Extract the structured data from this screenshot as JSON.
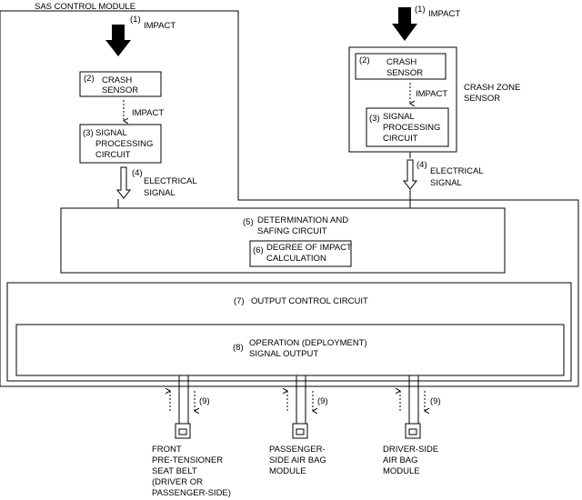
{
  "module_title": "SAS CONTROL MODULE",
  "crash_zone_label": [
    "CRASH ZONE",
    "SENSOR"
  ],
  "n1": "(1)",
  "n2": "(2)",
  "n3": "(3)",
  "n4": "(4)",
  "n5": "(5)",
  "n6": "(6)",
  "n7": "(7)",
  "n8": "(8)",
  "n9": "(9)",
  "impact": "IMPACT",
  "crash_sensor": [
    "CRASH",
    "SENSOR"
  ],
  "signal_processing": [
    "SIGNAL",
    "PROCESSING",
    "CIRCUIT"
  ],
  "electrical_signal": [
    "ELECTRICAL",
    "SIGNAL"
  ],
  "determination": [
    "DETERMINATION AND",
    "SAFING CIRCUIT"
  ],
  "degree": [
    "DEGREE OF IMPACT",
    "CALCULATION"
  ],
  "output_control": "OUTPUT CONTROL CIRCUIT",
  "operation": [
    "OPERATION (DEPLOYMENT)",
    "SIGNAL OUTPUT"
  ],
  "outputs": {
    "seat_belt": [
      "FRONT",
      "PRE-TENSIONER",
      "SEAT BELT",
      "(DRIVER OR",
      "PASSENGER-SIDE)"
    ],
    "passenger": [
      "PASSENGER-",
      "SIDE AIR BAG",
      "MODULE"
    ],
    "driver": [
      "DRIVER-SIDE",
      "AIR BAG",
      "MODULE"
    ]
  }
}
